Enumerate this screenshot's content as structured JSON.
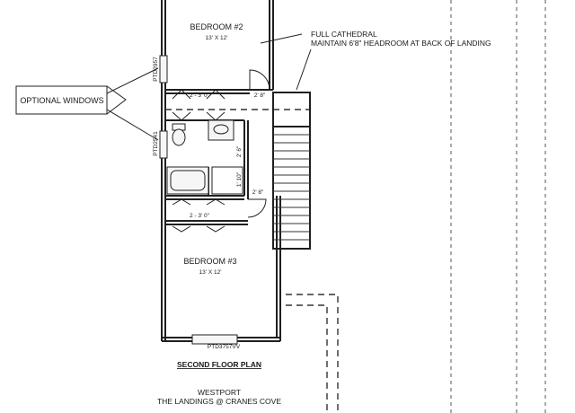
{
  "labels": {
    "bedroom2": "BEDROOM #2",
    "bedroom2_size": "13' X 12'",
    "bedroom3": "BEDROOM #3",
    "bedroom3_size": "13' X 12'",
    "cathedral_line1": "FULL CATHEDRAL",
    "cathedral_line2": "MAINTAIN 6'8\" HEADROOM AT BACK OF LANDING",
    "optional_windows": "OPTIONAL WINDOWS",
    "win_upper": "PTD2957",
    "win_lower": "PTD2541",
    "win_bottom": "PTD3757VV",
    "closet_upper": "2 - 3' 0\"",
    "closet_lower": "2 - 3' 0\"",
    "door_upper": "2' 8\"",
    "door_lower": "2' 8\"",
    "dim_hall": "2' 6\"",
    "dim_linen": "1' 10\"",
    "plan_title": "SECOND FLOOR PLAN",
    "model_name": "WESTPORT",
    "community": "THE LANDINGS @ CRANES COVE"
  }
}
